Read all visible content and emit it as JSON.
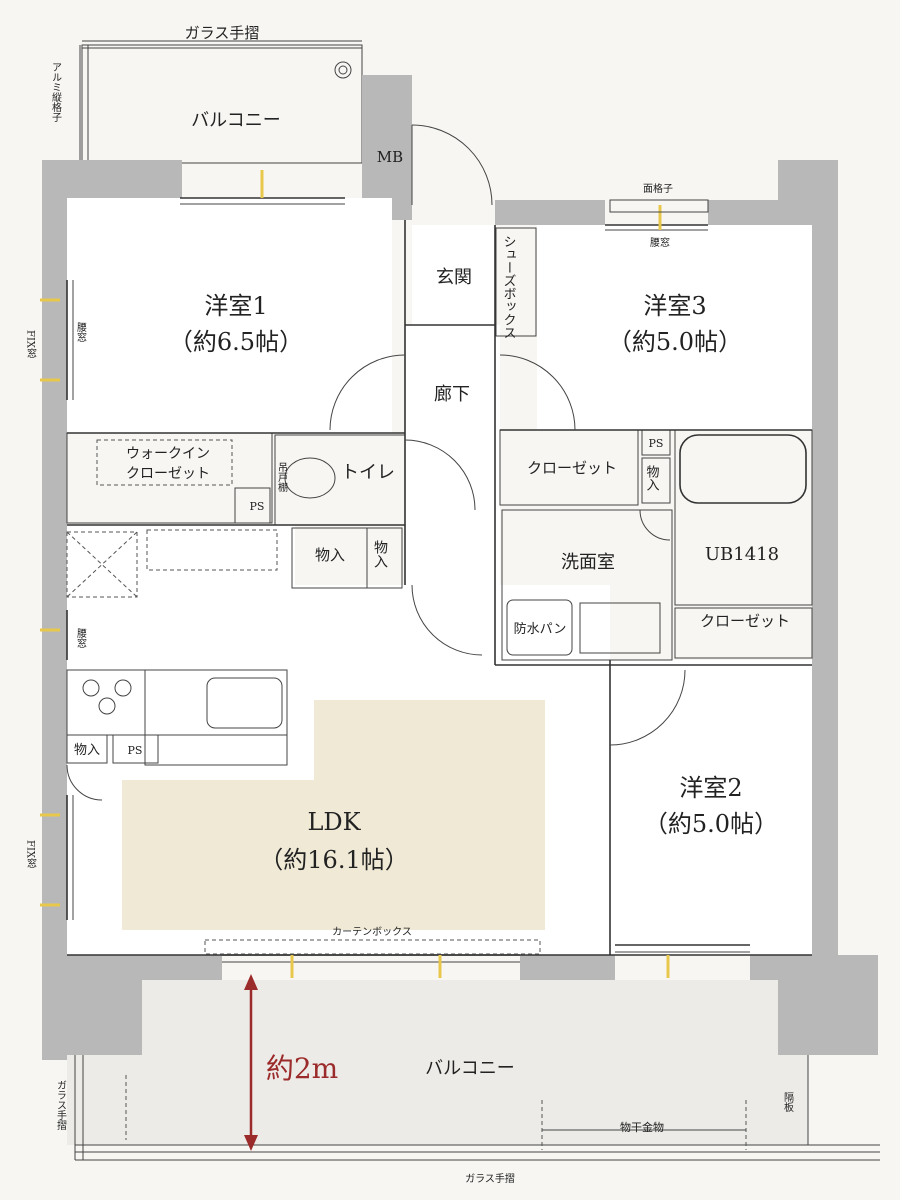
{
  "rooms": {
    "balcony_top": "バルコニー",
    "mb": "MB",
    "entrance": "玄関",
    "shoe_box": "シューズボックス",
    "western1": "洋室1",
    "western1_size": "（約6.5帖）",
    "western3": "洋室3",
    "western3_size": "（約5.0帖）",
    "hallway": "廊下",
    "walkin_line1": "ウォークイン",
    "walkin_line2": "クローゼット",
    "toilet": "トイレ",
    "shelf": "吊戸棚",
    "closet_r3": "クローゼット",
    "storage_small": "物入",
    "storage_a": "物入",
    "storage_b": "物入",
    "storage_kitchen": "物入",
    "washroom": "洗面室",
    "unit_bath": "UB1418",
    "waterproof_pan": "防水パン",
    "closet_r2": "クローゼット",
    "ldk": "LDK",
    "ldk_size": "（約16.1帖）",
    "western2": "洋室2",
    "western2_size": "（約5.0帖）",
    "balcony_bottom": "バルコニー"
  },
  "labels": {
    "glass_rail_top": "ガラス手摺",
    "alu_lattice": "アルミ縦格子",
    "face_lattice": "面格子",
    "waist_window_r3": "腰窓",
    "waist_window_r1": "腰窓",
    "fix_window_r1": "FIX窓",
    "waist_window_ldk": "腰窓",
    "fix_window_ldk": "FIX窓",
    "ps1": "PS",
    "ps2": "PS",
    "ps3": "PS",
    "curtain_box": "カーテンボックス",
    "depth": "約2m",
    "partition": "隔板",
    "drying": "物干金物",
    "glass_rail_left": "ガラス手摺",
    "glass_rail_bottom": "ガラス手摺"
  },
  "colors": {
    "wall": "#b8b8b8",
    "floor": "#ffffff",
    "balcony": "#ecebe7",
    "closet": "#e4e0d4",
    "wet_area": "#e6e8ea",
    "ldk_highlight": "#efe9d6",
    "dimension_arrow": "#9b2a2a",
    "window_accent": "#e8c84a"
  }
}
